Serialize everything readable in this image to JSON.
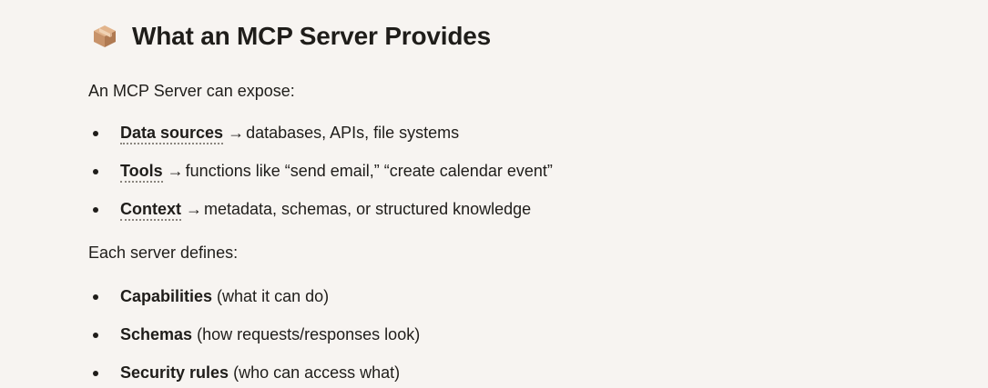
{
  "heading": {
    "icon": "package-box-icon",
    "title": "What an MCP Server Provides"
  },
  "intro_expose": "An MCP Server can expose:",
  "expose_list": [
    {
      "term": "Data sources",
      "arrow": "→",
      "desc": "databases, APIs, file systems"
    },
    {
      "term": "Tools",
      "arrow": "→",
      "desc": "functions like “send email,” “create calendar event”"
    },
    {
      "term": "Context",
      "arrow": "→",
      "desc": "metadata, schemas, or structured knowledge"
    }
  ],
  "intro_defines": "Each server defines:",
  "defines_list": [
    {
      "term": "Capabilities",
      "desc": "(what it can do)"
    },
    {
      "term": "Schemas",
      "desc": "(how requests/responses look)"
    },
    {
      "term": "Security rules",
      "desc": "(who can access what)"
    }
  ],
  "colors": {
    "background": "#f7f4f1",
    "text": "#1f1d1a",
    "dotted_underline": "#8a857e",
    "box_icon": "#c8936a"
  }
}
